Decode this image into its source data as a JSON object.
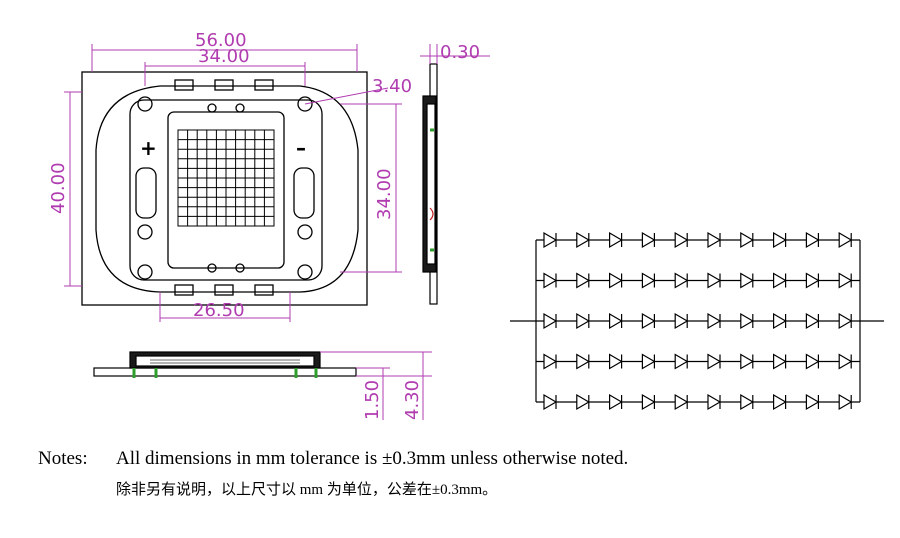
{
  "dimensions": {
    "width_outer": "56.00",
    "width_inner": "34.00",
    "hole_dia": "3.40",
    "thickness_top": "0.30",
    "height_outer": "40.00",
    "height_inner": "34.00",
    "bottom_span": "26.50",
    "thickness_1": "1.50",
    "thickness_2": "4.30"
  },
  "polarity": {
    "plus": "+",
    "minus": "–"
  },
  "notes": {
    "label": "Notes:",
    "en": "All dimensions in mm tolerance is ±0.3mm unless otherwise noted.",
    "zh": "除非另有说明，以上尺寸以 mm 为单位，公差在±0.3mm。"
  },
  "colors": {
    "dimension": "#b03cb0",
    "outline": "#000000",
    "pad": "#2e9e2e"
  }
}
